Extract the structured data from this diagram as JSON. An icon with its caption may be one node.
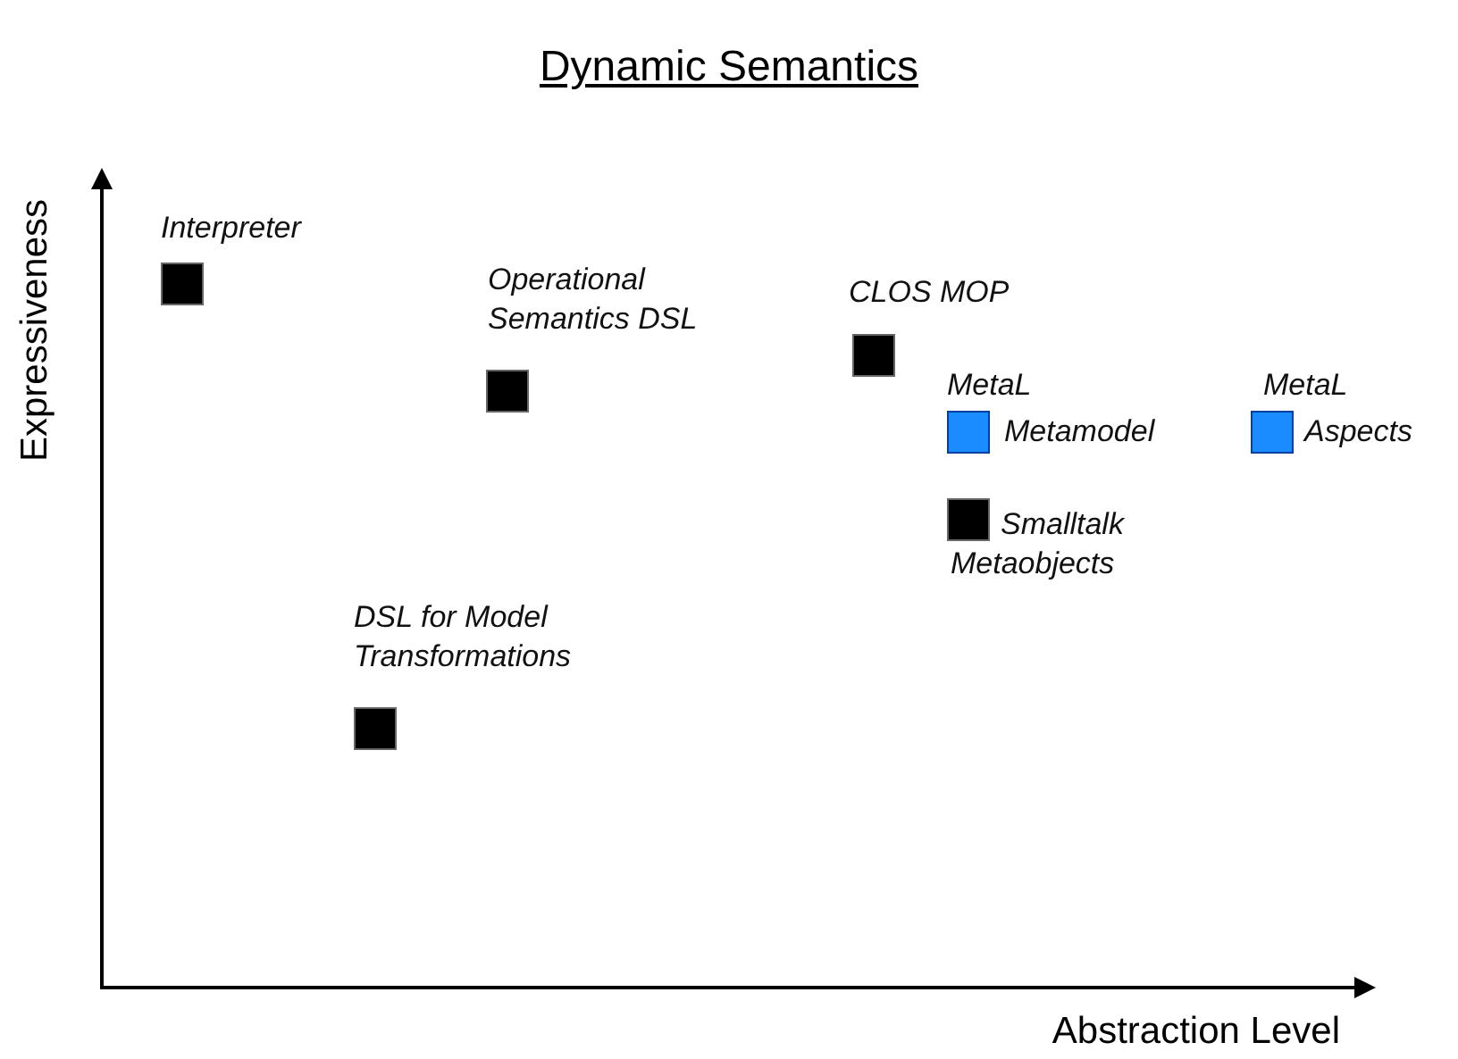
{
  "diagram": {
    "title": "Dynamic Semantics",
    "nodes": [
      {
        "text": [],
        "shape": "box",
        "beside": [
          "Interpreter"
        ]
      },
      {
        "text": [],
        "shape": "box",
        "beside": [
          "Operational Semantics DSL"
        ]
      },
      {
        "text": [],
        "shape": "box",
        "beside": [
          "CLOS MOP"
        ]
      },
      {
        "text": [],
        "shape": "box",
        "beside": [
          "MetaL",
          "Metamodel"
        ]
      },
      {
        "text": [],
        "shape": "box",
        "beside": [
          "MetaL",
          "Aspects"
        ]
      },
      {
        "text": [],
        "shape": "box",
        "beside": [
          "Smalltalk Metaobjects"
        ]
      },
      {
        "text": [],
        "shape": "box",
        "beside": [
          "DSL for Model Transformations"
        ]
      }
    ],
    "labels": [
      "Expressiveness",
      "Abstraction Level"
    ]
  }
}
